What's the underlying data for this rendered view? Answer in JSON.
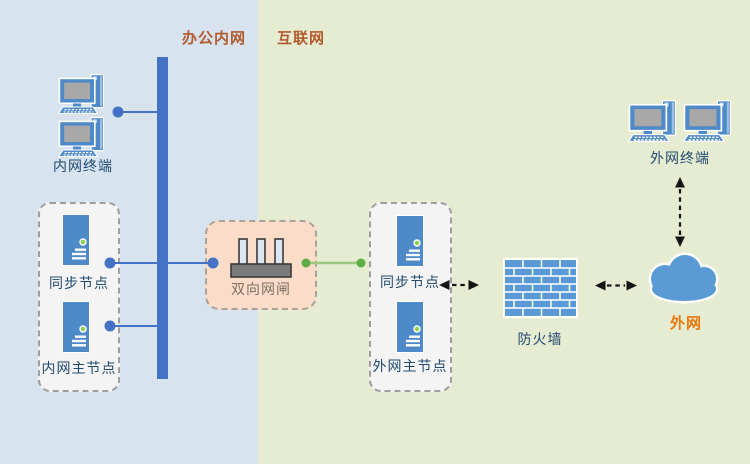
{
  "zones": {
    "office_intranet": "办公内网",
    "internet": "互联网"
  },
  "nodes": {
    "intranet_terminals": "内网终端",
    "intranet_sync": "同步节点",
    "intranet_master": "内网主节点",
    "gateway": "双向网闸",
    "extranet_sync": "同步节点",
    "extranet_master": "外网主节点",
    "firewall": "防火墙",
    "external_network": "外网",
    "extranet_terminals": "外网终端"
  },
  "colors": {
    "intranet_zone_bg": "#d7e4ef",
    "internet_zone_bg": "#e6ecd2",
    "zone_label_text": "#b25a2e",
    "node_label_text": "#214a6f",
    "gateway_label_text": "#7d7163",
    "external_label_text": "#e8780a",
    "backbone_blue": "#4472c4",
    "device_blue": "#4e8ac8",
    "device_blue_light": "#5b9bd5",
    "link_green": "#5cad45",
    "link_green_light": "#9cc87e",
    "gateway_box_bg": "#fadcc8",
    "cluster_box_bg": "#f4f4f4",
    "dashed_border": "#9e9e9e",
    "arrow_color": "#151515"
  }
}
